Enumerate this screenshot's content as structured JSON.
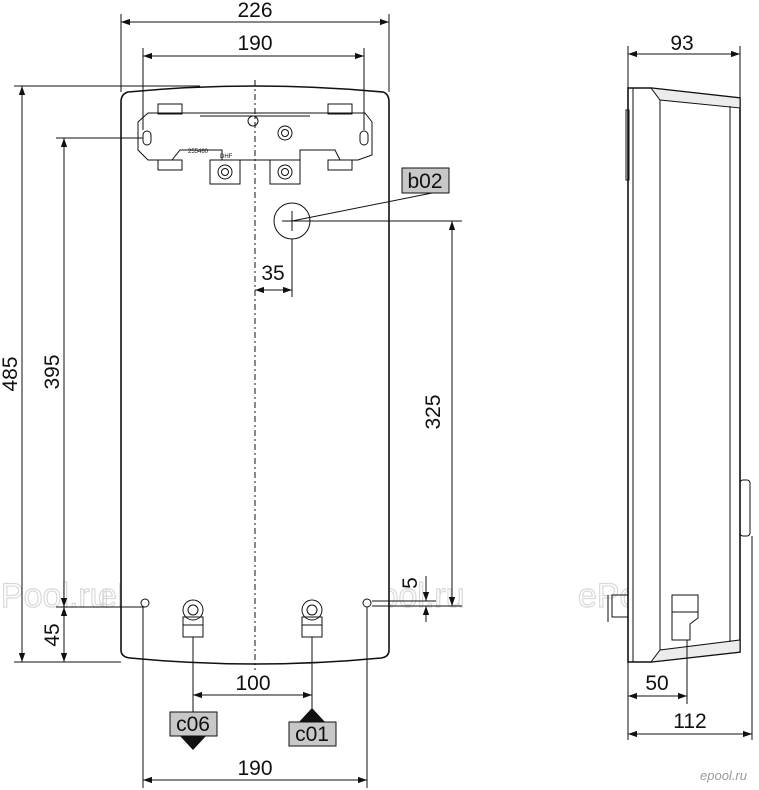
{
  "dimensions": {
    "overall_width": "226",
    "bracket_width": "190",
    "offset_35": "35",
    "height_485": "485",
    "height_395": "395",
    "height_325": "325",
    "gap_5": "5",
    "bottom_45": "45",
    "pipe_spacing": "100",
    "bottom_width": "190",
    "depth_top": "93",
    "pipe_depth": "50",
    "depth_total": "112"
  },
  "tags": {
    "b02": "b02",
    "c06": "c06",
    "c01": "c01"
  },
  "part_label": "255460",
  "bracket_mark": "DHF",
  "watermarks": [
    "ePool.ru",
    "ePool.ru",
    "ePool.ru",
    "ePool.ru"
  ],
  "logo": "epool.ru",
  "colors": {
    "line": "#111111",
    "tag_fill": "#c8c8c8",
    "watermark": "#d9d9d9",
    "side_panel": "#ececec"
  }
}
